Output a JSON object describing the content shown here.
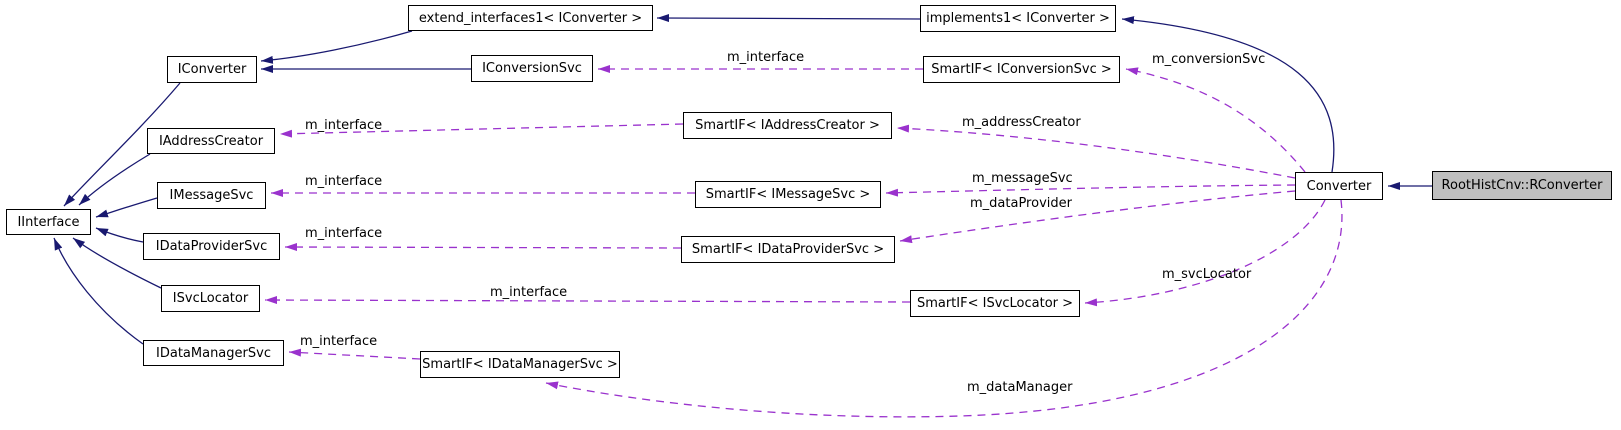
{
  "colors": {
    "inheritance_edge": "#191970",
    "usage_edge": "#9a32cd",
    "node_fill": "#ffffff",
    "node_border": "#000000",
    "highlight_fill": "#bfbfbf",
    "label_text": "#000000"
  },
  "nodes": [
    {
      "id": "extend-interfaces1",
      "label": "extend_interfaces1< IConverter >"
    },
    {
      "id": "implements1",
      "label": "implements1< IConverter >"
    },
    {
      "id": "iconverter",
      "label": "IConverter"
    },
    {
      "id": "iconversionsvc",
      "label": "IConversionSvc"
    },
    {
      "id": "smartif-iconversionsvc",
      "label": "SmartIF< IConversionSvc >"
    },
    {
      "id": "iinterface",
      "label": "IInterface"
    },
    {
      "id": "iaddresscreator",
      "label": "IAddressCreator"
    },
    {
      "id": "smartif-iaddresscreator",
      "label": "SmartIF< IAddressCreator >"
    },
    {
      "id": "imessagesvc",
      "label": "IMessageSvc"
    },
    {
      "id": "smartif-imessagesvc",
      "label": "SmartIF< IMessageSvc >"
    },
    {
      "id": "idataprovidersvc",
      "label": "IDataProviderSvc"
    },
    {
      "id": "smartif-idataprovidersvc",
      "label": "SmartIF< IDataProviderSvc >"
    },
    {
      "id": "isvclocator",
      "label": "ISvcLocator"
    },
    {
      "id": "smartif-isvclocator",
      "label": "SmartIF< ISvcLocator >"
    },
    {
      "id": "idatamanagersvc",
      "label": "IDataManagerSvc"
    },
    {
      "id": "smartif-idatamanagersvc",
      "label": "SmartIF< IDataManagerSvc >"
    },
    {
      "id": "converter",
      "label": "Converter"
    },
    {
      "id": "rconverter",
      "label": "RootHistCnv::RConverter"
    }
  ],
  "edge_labels": [
    {
      "text": "m_interface"
    },
    {
      "text": "m_conversionSvc"
    },
    {
      "text": "m_interface"
    },
    {
      "text": "m_addressCreator"
    },
    {
      "text": "m_interface"
    },
    {
      "text": "m_messageSvc"
    },
    {
      "text": "m_dataProvider"
    },
    {
      "text": "m_interface"
    },
    {
      "text": "m_interface"
    },
    {
      "text": "m_svcLocator"
    },
    {
      "text": "m_interface"
    },
    {
      "text": "m_dataManager"
    }
  ]
}
